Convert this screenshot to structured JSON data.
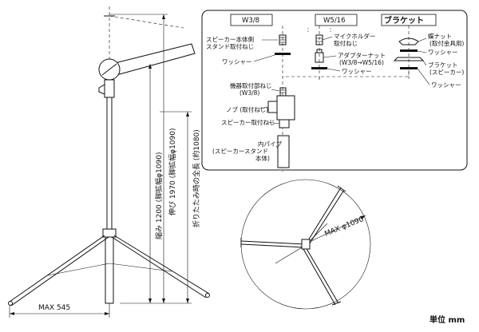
{
  "panel": {
    "headers": {
      "w38": "W3/8",
      "w516": "W5/16",
      "bracket": "ブラケット"
    },
    "labels": {
      "speaker_mount_1": "スピーカー本体側",
      "speaker_mount_2": "スタンド取付ねじ",
      "washer_1": "ワッシャー",
      "mic_holder_1": "マイクホルダー",
      "mic_holder_2": "取付ねじ",
      "adapter_nut": "アダプターナット",
      "adapter_nut_spec": "(W3/8→W5/16)",
      "washer_2": "ワッシャー",
      "wing_nut_1": "蝶ナット",
      "wing_nut_2": "(取付金具用)",
      "washer_3": "ワッシャー",
      "bracket_1": "ブラケット",
      "bracket_2": "(スピーカー)",
      "washer_4": "ワッシャー",
      "equip_screw_1": "機器取付部ねじ",
      "equip_screw_2": "(W3/8)",
      "knob": "ノブ (取付ねじ)",
      "speaker_screw": "スピーカー取付ねじ",
      "inner_pipe_1": "内パイプ",
      "inner_pipe_2": "(スピーカースタンド",
      "inner_pipe_3": "本体)"
    }
  },
  "dimensions": {
    "min_height": "縮み 1200 (脚拡幅φ1090)",
    "max_height": "伸び 1970 (脚拡幅φ1090)",
    "folded_length": "折りたたみ時の全長 (約1080)",
    "max_width": "MAX 545",
    "max_diameter": "MAX φ1090"
  },
  "unit_label": "単位 mm"
}
